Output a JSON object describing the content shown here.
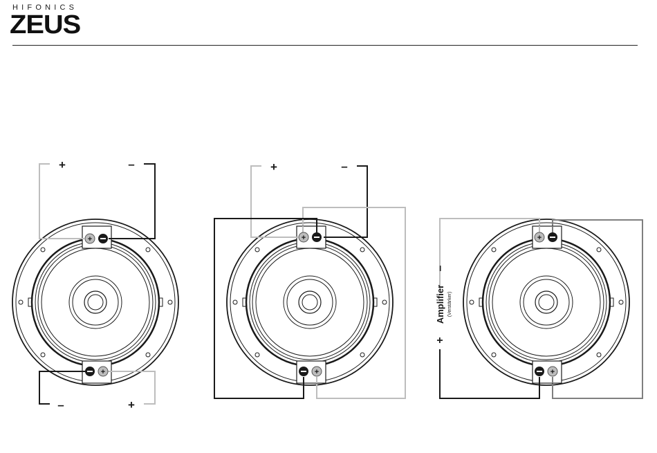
{
  "header": {
    "brand_top": "HIFONICS",
    "brand_main": "ZEUS"
  },
  "colors": {
    "positive_wire": "#bdbdbd",
    "negative_wire": "#1a1a1a",
    "outline": "#1a1a1a"
  },
  "diagrams": [
    {
      "top_labels": {
        "plus": "+",
        "minus": "–"
      },
      "bottom_labels": {
        "minus": "–",
        "plus": "+"
      }
    },
    {
      "top_labels": {
        "plus": "+",
        "minus": "–"
      }
    },
    {
      "amplifier": {
        "plus": "+",
        "label": "Amplifier",
        "sublabel": "(Verstärker)",
        "minus": "–"
      }
    }
  ]
}
